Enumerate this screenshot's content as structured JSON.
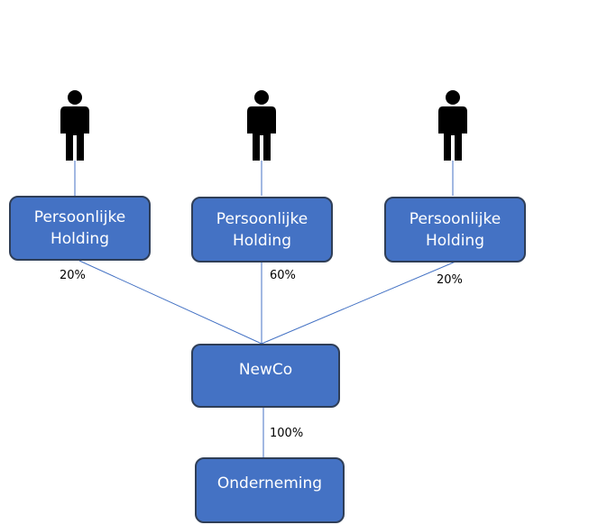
{
  "colors": {
    "box_fill": "#4472c4",
    "box_border": "#2f3e57",
    "box_text": "#ffffff",
    "connector": "#4472c4",
    "person": "#000000"
  },
  "shareholders": [
    {
      "icon": "person-icon",
      "holding": "Persoonlijke Holding",
      "percentage": "20%"
    },
    {
      "icon": "person-icon",
      "holding": "Persoonlijke Holding",
      "percentage": "60%"
    },
    {
      "icon": "person-icon",
      "holding": "Persoonlijke Holding",
      "percentage": "20%"
    }
  ],
  "newco": {
    "label": "NewCo",
    "percentage": "100%"
  },
  "company": {
    "label": "Onderneming"
  }
}
